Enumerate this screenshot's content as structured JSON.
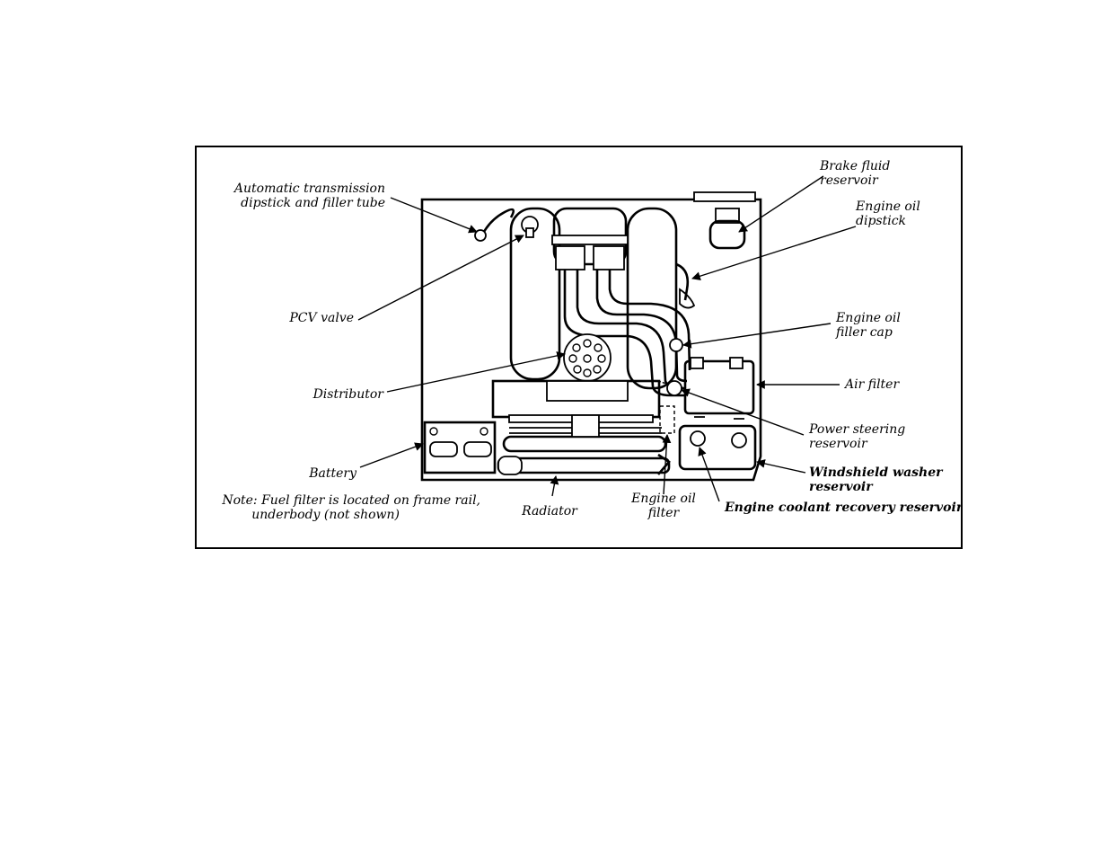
{
  "labels": {
    "atf_line1": "Automatic transmission",
    "atf_line2": "dipstick and filler tube",
    "pcv": "PCV valve",
    "distributor": "Distributor",
    "battery": "Battery",
    "note_line1": "Note: Fuel filter is located on frame rail,",
    "note_line2": "underbody (not shown)",
    "radiator": "Radiator",
    "oil_filter_line1": "Engine oil",
    "oil_filter_line2": "filter",
    "coolant": "Engine coolant recovery reservoir",
    "washer_line1": "Windshield washer",
    "washer_line2": "reservoir",
    "power_steering_line1": "Power steering",
    "power_steering_line2": "reservoir",
    "air_filter": "Air filter",
    "oil_cap_line1": "Engine oil",
    "oil_cap_line2": "filler cap",
    "dipstick_line1": "Engine oil",
    "dipstick_line2": "dipstick",
    "brake_line1": "Brake fluid",
    "brake_line2": "reservoir"
  }
}
